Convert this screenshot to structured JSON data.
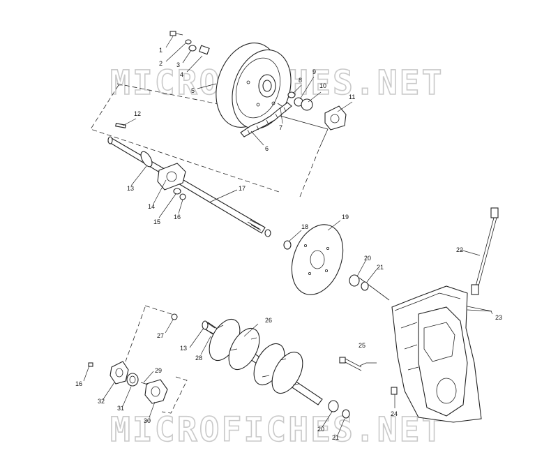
{
  "watermark": {
    "top": "MICROFICHES.NET",
    "bottom": "MICROFICHES.NET"
  },
  "callouts": [
    {
      "id": "c1",
      "text": "1"
    },
    {
      "id": "c2",
      "text": "2"
    },
    {
      "id": "c3",
      "text": "3"
    },
    {
      "id": "c4",
      "text": "4"
    },
    {
      "id": "c5",
      "text": "5"
    },
    {
      "id": "c6",
      "text": "6"
    },
    {
      "id": "c7",
      "text": "7"
    },
    {
      "id": "c8",
      "text": "8"
    },
    {
      "id": "c9",
      "text": "9"
    },
    {
      "id": "c10",
      "text": "10"
    },
    {
      "id": "c11",
      "text": "11"
    },
    {
      "id": "c12",
      "text": "12"
    },
    {
      "id": "c13a",
      "text": "13"
    },
    {
      "id": "c14",
      "text": "14"
    },
    {
      "id": "c15",
      "text": "15"
    },
    {
      "id": "c16a",
      "text": "16"
    },
    {
      "id": "c17",
      "text": "17"
    },
    {
      "id": "c18",
      "text": "18"
    },
    {
      "id": "c19",
      "text": "19"
    },
    {
      "id": "c20a",
      "text": "20"
    },
    {
      "id": "c21a",
      "text": "21"
    },
    {
      "id": "c22",
      "text": "22"
    },
    {
      "id": "c23",
      "text": "23"
    },
    {
      "id": "c24",
      "text": "24"
    },
    {
      "id": "c25",
      "text": "25"
    },
    {
      "id": "c26",
      "text": "26"
    },
    {
      "id": "c27",
      "text": "27"
    },
    {
      "id": "c13b",
      "text": "13"
    },
    {
      "id": "c28",
      "text": "28"
    },
    {
      "id": "c29",
      "text": "29"
    },
    {
      "id": "c16b",
      "text": "16"
    },
    {
      "id": "c32",
      "text": "32"
    },
    {
      "id": "c31",
      "text": "31"
    },
    {
      "id": "c30",
      "text": "30"
    },
    {
      "id": "c20b",
      "text": "20"
    },
    {
      "id": "c21b",
      "text": "21"
    }
  ]
}
